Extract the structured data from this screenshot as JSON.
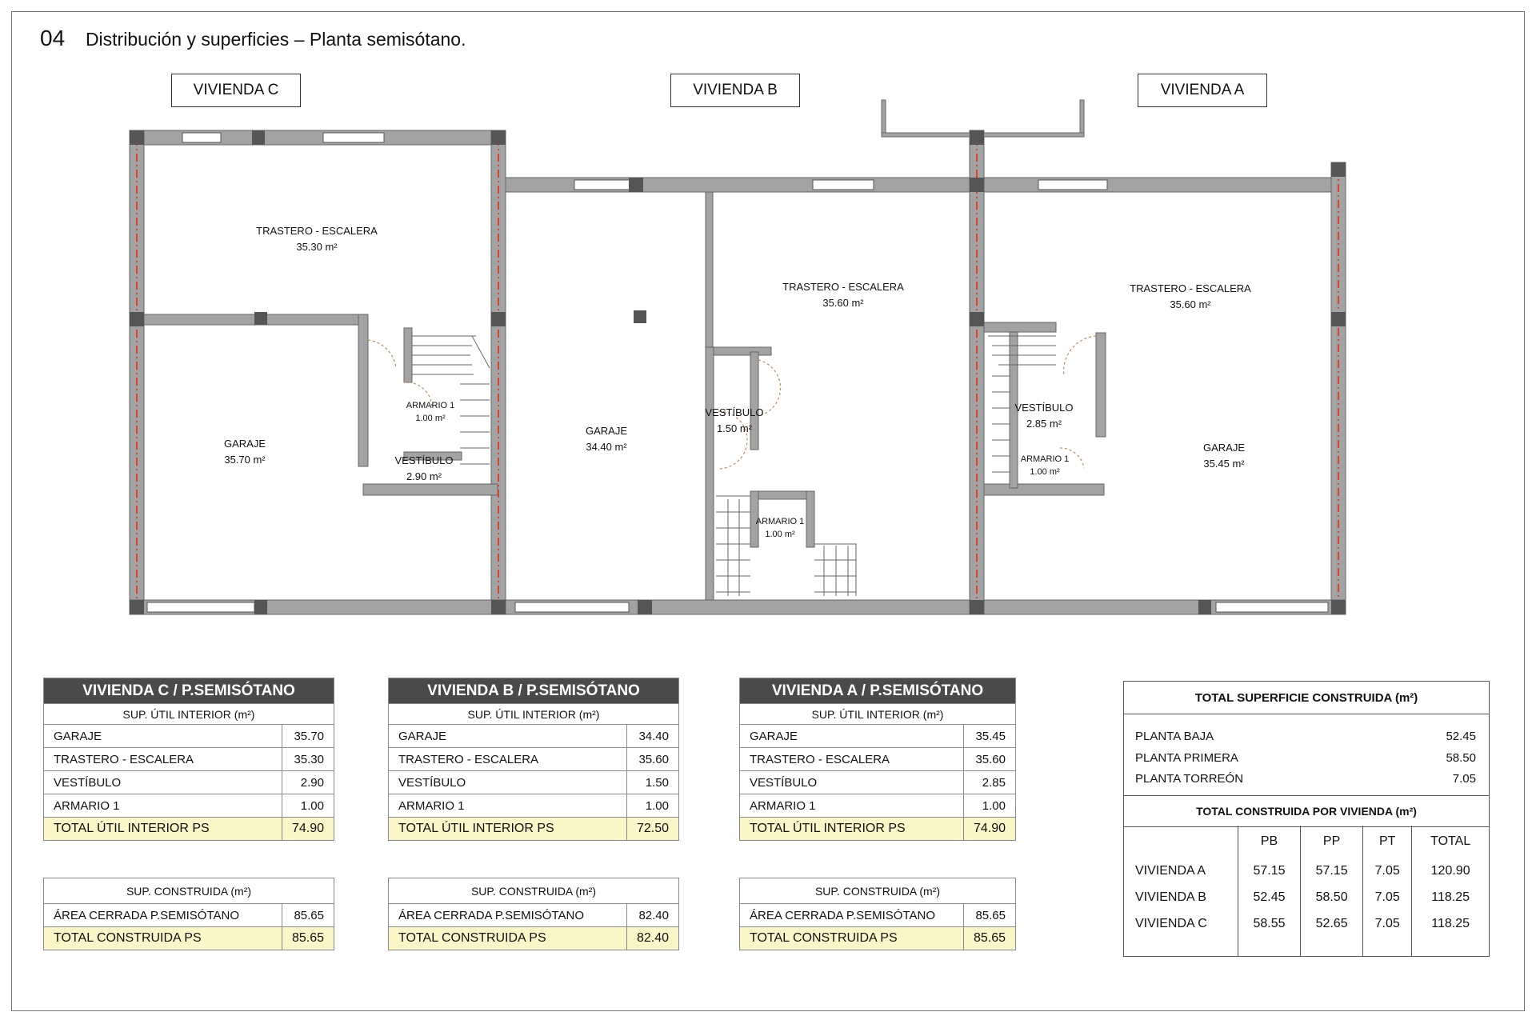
{
  "page": {
    "number": "04",
    "title": "Distribución y superficies – Planta semisótano."
  },
  "dwellings": [
    {
      "label": "VIVIENDA C"
    },
    {
      "label": "VIVIENDA B"
    },
    {
      "label": "VIVIENDA A"
    }
  ],
  "plan_rooms": {
    "c_trastero": {
      "name": "TRASTERO - ESCALERA",
      "area": "35.30 m²"
    },
    "c_garaje": {
      "name": "GARAJE",
      "area": "35.70 m²"
    },
    "c_armario": {
      "name": "ARMARIO 1",
      "area": "1.00 m²"
    },
    "c_vestibulo": {
      "name": "VESTÍBULO",
      "area": "2.90 m²"
    },
    "b_garaje": {
      "name": "GARAJE",
      "area": "34.40 m²"
    },
    "b_trastero": {
      "name": "TRASTERO - ESCALERA",
      "area": "35.60 m²"
    },
    "b_vestibulo": {
      "name": "VESTÍBULO",
      "area": "1.50 m²"
    },
    "b_armario": {
      "name": "ARMARIO 1",
      "area": "1.00 m²"
    },
    "a_trastero": {
      "name": "TRASTERO - ESCALERA",
      "area": "35.60 m²"
    },
    "a_vestibulo": {
      "name": "VESTÍBULO",
      "area": "2.85 m²"
    },
    "a_armario": {
      "name": "ARMARIO 1",
      "area": "1.00 m²"
    },
    "a_garaje": {
      "name": "GARAJE",
      "area": "35.45 m²"
    }
  },
  "tables": [
    {
      "header": "VIVIENDA C / P.SEMISÓTANO",
      "subheader": "SUP. ÚTIL INTERIOR (m²)",
      "rows": [
        {
          "label": "GARAJE",
          "value": "35.70"
        },
        {
          "label": "TRASTERO - ESCALERA",
          "value": "35.30"
        },
        {
          "label": "VESTÍBULO",
          "value": "2.90"
        },
        {
          "label": "ARMARIO 1",
          "value": "1.00"
        }
      ],
      "total": {
        "label": "TOTAL ÚTIL INTERIOR PS",
        "value": "74.90"
      },
      "built_header": "SUP. CONSTRUIDA (m²)",
      "built_row": {
        "label": "ÁREA CERRADA P.SEMISÓTANO",
        "value": "85.65"
      },
      "built_total": {
        "label": "TOTAL CONSTRUIDA PS",
        "value": "85.65"
      }
    },
    {
      "header": "VIVIENDA B / P.SEMISÓTANO",
      "subheader": "SUP. ÚTIL INTERIOR (m²)",
      "rows": [
        {
          "label": "GARAJE",
          "value": "34.40"
        },
        {
          "label": "TRASTERO - ESCALERA",
          "value": "35.60"
        },
        {
          "label": "VESTÍBULO",
          "value": "1.50"
        },
        {
          "label": "ARMARIO 1",
          "value": "1.00"
        }
      ],
      "total": {
        "label": "TOTAL ÚTIL INTERIOR PS",
        "value": "72.50"
      },
      "built_header": "SUP. CONSTRUIDA (m²)",
      "built_row": {
        "label": "ÁREA CERRADA P.SEMISÓTANO",
        "value": "82.40"
      },
      "built_total": {
        "label": "TOTAL CONSTRUIDA PS",
        "value": "82.40"
      }
    },
    {
      "header": "VIVIENDA A / P.SEMISÓTANO",
      "subheader": "SUP. ÚTIL INTERIOR (m²)",
      "rows": [
        {
          "label": "GARAJE",
          "value": "35.45"
        },
        {
          "label": "TRASTERO - ESCALERA",
          "value": "35.60"
        },
        {
          "label": "VESTÍBULO",
          "value": "2.85"
        },
        {
          "label": "ARMARIO 1",
          "value": "1.00"
        }
      ],
      "total": {
        "label": "TOTAL ÚTIL INTERIOR PS",
        "value": "74.90"
      },
      "built_header": "SUP. CONSTRUIDA (m²)",
      "built_row": {
        "label": "ÁREA CERRADA P.SEMISÓTANO",
        "value": "85.65"
      },
      "built_total": {
        "label": "TOTAL CONSTRUIDA PS",
        "value": "85.65"
      }
    }
  ],
  "summary": {
    "title": "TOTAL SUPERFICIE CONSTRUIDA (m²)",
    "floors": [
      {
        "label": "PLANTA BAJA",
        "value": "52.45"
      },
      {
        "label": "PLANTA PRIMERA",
        "value": "58.50"
      },
      {
        "label": "PLANTA TORREÓN",
        "value": "7.05"
      }
    ],
    "per_dwelling_title": "TOTAL CONSTRUIDA POR VIVIENDA (m²)",
    "columns": [
      "PB",
      "PP",
      "PT",
      "TOTAL"
    ],
    "rows": [
      {
        "label": "VIVIENDA A",
        "pb": "57.15",
        "pp": "57.15",
        "pt": "7.05",
        "total": "120.90"
      },
      {
        "label": "VIVIENDA B",
        "pb": "52.45",
        "pp": "58.50",
        "pt": "7.05",
        "total": "118.25"
      },
      {
        "label": "VIVIENDA C",
        "pb": "58.55",
        "pp": "52.65",
        "pt": "7.05",
        "total": "118.25"
      }
    ]
  },
  "colors": {
    "wall": "#a3a3a3",
    "party_wall_line": "#d9442a",
    "column": "#555555",
    "table_header": "#4a4a4a",
    "total_row": "#fbf6c8"
  }
}
